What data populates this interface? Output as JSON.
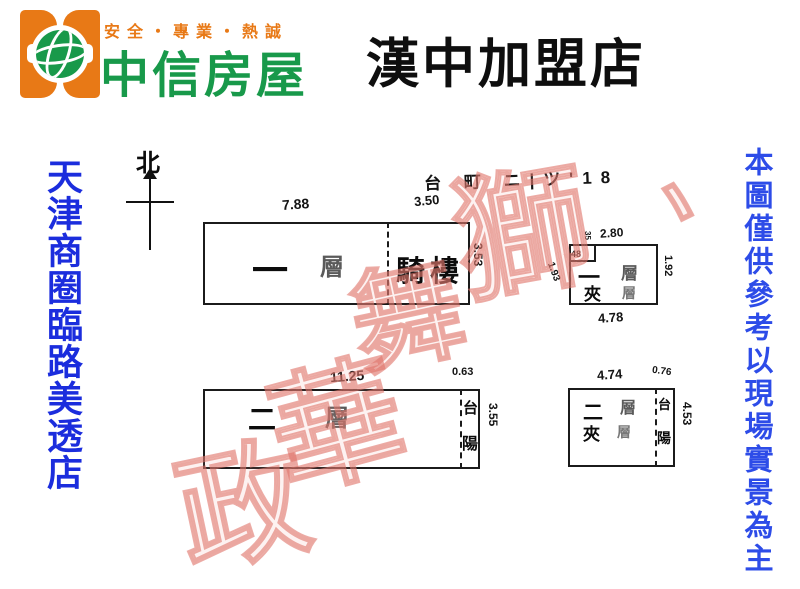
{
  "header": {
    "slogan": "安全・專業・熱誠",
    "brand": "中信房屋",
    "store_title": "漢中加盟店"
  },
  "banners": {
    "left_vertical": "天津商圈臨路美透店",
    "right_vertical": "本圖僅供參考以現場實景為主"
  },
  "floorplan": {
    "north_label": "北",
    "address_note": "台 町 ニ|ツ'18",
    "first_floor": {
      "width_main": "7.88",
      "width_arcade": "3.50",
      "depth_right": "3.53",
      "label_num": "一",
      "label_floor": "層",
      "arcade_label": "騎樓"
    },
    "first_floor_mezzanine": {
      "width_top": "2.80",
      "width_bottom": "4.78",
      "depth_left": "1.93",
      "depth_right": "1.92",
      "notch_mark_a": "35",
      "notch_mark_b": "48",
      "label_num": "一",
      "label_floor": "層",
      "label_mezz": "夾",
      "label_mezz_floor": "層"
    },
    "second_floor": {
      "width_main": "11.25",
      "width_balcony": "0.63",
      "depth_right": "3.55",
      "label_num": "二",
      "label_floor": "層",
      "balcony_char_top": "台",
      "balcony_char_bottom": "陽"
    },
    "second_floor_mezzanine": {
      "width_main": "4.74",
      "width_balcony": "0.76",
      "depth_right": "4.53",
      "label_num": "二",
      "label_floor": "層",
      "label_mezz": "夾",
      "label_mezz_floor": "層",
      "balcony_char_top": "台",
      "balcony_char_bottom": "陽"
    },
    "watermark_chars": [
      "、",
      "獅",
      "舞",
      "華",
      "政"
    ]
  },
  "colors": {
    "brand_green": "#18994a",
    "brand_orange": "#e87916",
    "banner_left_blue": "#1b2ddd",
    "banner_right_blue": "#2d4ce8",
    "ink": "#1b1b1b",
    "watermark_red": "#e0746a"
  }
}
